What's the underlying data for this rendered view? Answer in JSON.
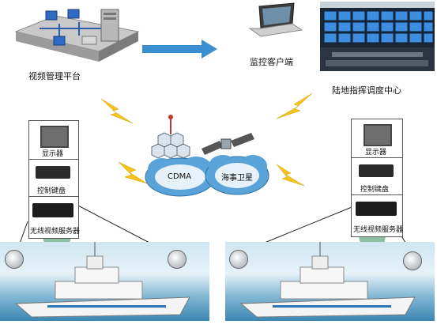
{
  "labels": {
    "platform": "视频管理平台",
    "client": "监控客户端",
    "command_center": "陆地指挥调度中心",
    "cdma": "CDMA",
    "satellite": "海事卫星",
    "display": "显示器",
    "keyboard": "控制键盘",
    "video_server": "无线视频服务器"
  },
  "colors": {
    "cloud": "#5aa3d8",
    "arrow": "#3a8fd0",
    "lightning": "#f2c41c",
    "beam": "#2e8b57",
    "sea": "#3c86b3"
  }
}
